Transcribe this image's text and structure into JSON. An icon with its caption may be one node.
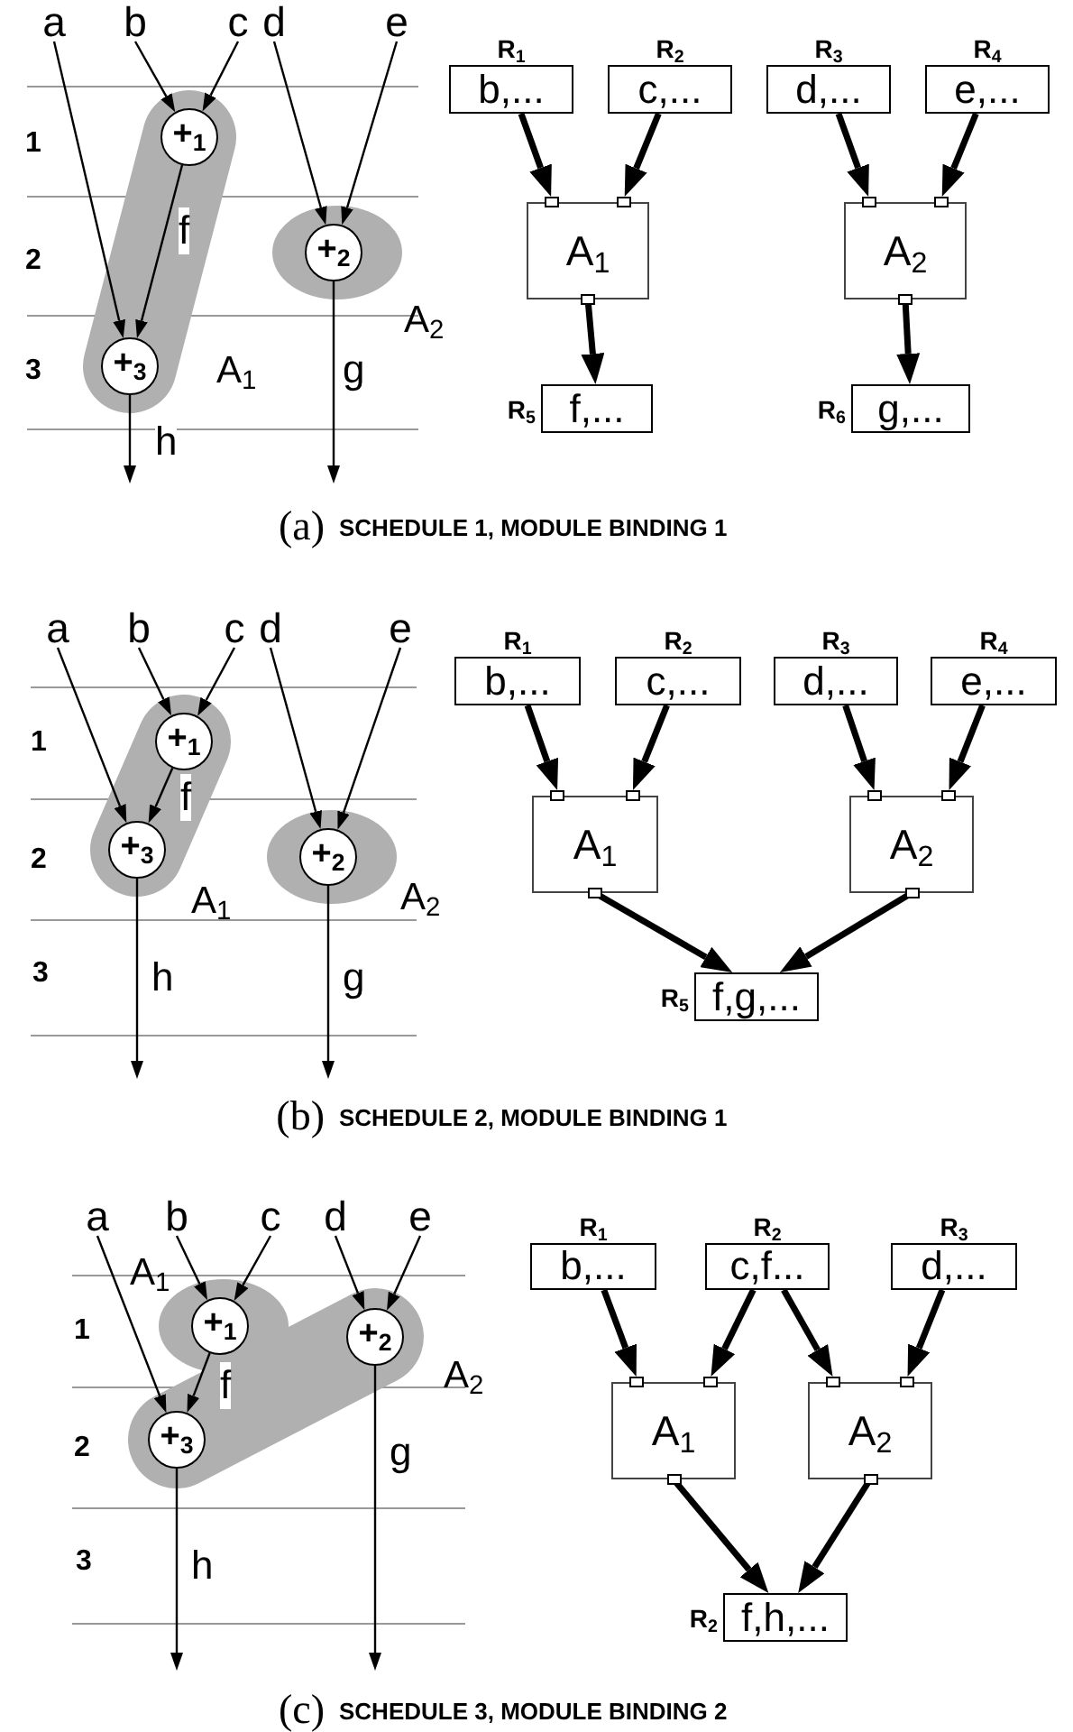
{
  "diagram": {
    "nodes": [
      {
        "text": [
          "a"
        ]
      },
      {
        "text": [
          "b"
        ]
      },
      {
        "text": [
          "c"
        ]
      },
      {
        "text": [
          "d"
        ]
      },
      {
        "text": [
          "e"
        ]
      },
      {
        "text": [
          "A$_{1}$"
        ]
      },
      {
        "text": [
          "+$_{1}$"
        ],
        "in": 5
      },
      {
        "text": [
          "+$_{3}$"
        ],
        "in": 5
      },
      {
        "text": [
          "A$_{2}$"
        ]
      },
      {
        "text": [
          "+$_{2}$"
        ],
        "in": 8
      },
      {
        "text": [
          "b,..."
        ],
        "beside": [
          "R$_{1}$"
        ]
      },
      {
        "text": [
          "c,..."
        ],
        "beside": [
          "R$_{2}$"
        ]
      },
      {
        "text": [
          "d,..."
        ],
        "beside": [
          "R$_{3}$"
        ]
      },
      {
        "text": [
          "e,..."
        ],
        "beside": [
          "R$_{4}$"
        ]
      },
      {
        "text": [
          "A$_{1}$"
        ]
      },
      {
        "text": [
          "A$_{2}$"
        ]
      },
      {
        "text": [
          "f,..."
        ],
        "beside": [
          "R$_{5}$"
        ]
      },
      {
        "text": [
          "g,..."
        ],
        "beside": [
          "R$_{6}$"
        ]
      },
      {
        "text": [
          "a"
        ]
      },
      {
        "text": [
          "b"
        ]
      },
      {
        "text": [
          "c"
        ]
      },
      {
        "text": [
          "d"
        ]
      },
      {
        "text": [
          "e"
        ]
      },
      {
        "text": [
          "A$_{1}$"
        ]
      },
      {
        "text": [
          "+$_{1}$"
        ],
        "in": 23
      },
      {
        "text": [
          "+$_{3}$"
        ],
        "in": 23
      },
      {
        "text": [
          "A$_{2}$"
        ]
      },
      {
        "text": [
          "+$_{2}$"
        ],
        "in": 26
      },
      {
        "text": [
          "b,..."
        ],
        "beside": [
          "R$_{1}$"
        ]
      },
      {
        "text": [
          "c,..."
        ],
        "beside": [
          "R$_{2}$"
        ]
      },
      {
        "text": [
          "d,..."
        ],
        "beside": [
          "R$_{3}$"
        ]
      },
      {
        "text": [
          "e,..."
        ],
        "beside": [
          "R$_{4}$"
        ]
      },
      {
        "text": [
          "A$_{1}$"
        ]
      },
      {
        "text": [
          "A$_{2}$"
        ]
      },
      {
        "text": [
          "f,g,..."
        ],
        "beside": [
          "R$_{5}$"
        ]
      },
      {
        "text": [
          "a"
        ]
      },
      {
        "text": [
          "b"
        ]
      },
      {
        "text": [
          "c"
        ]
      },
      {
        "text": [
          "d"
        ]
      },
      {
        "text": [
          "e"
        ]
      },
      {
        "text": [
          "A$_{1}$"
        ]
      },
      {
        "text": [
          "+$_{1}$"
        ],
        "in": 40
      },
      {
        "text": [
          "A$_{2}$"
        ]
      },
      {
        "text": [
          "+$_{2}$"
        ],
        "in": 42
      },
      {
        "text": [
          "+$_{3}$"
        ],
        "in": 42
      },
      {
        "text": [
          "b,..."
        ],
        "beside": [
          "R$_{1}$"
        ]
      },
      {
        "text": [
          "c,f..."
        ],
        "beside": [
          "R$_{2}$"
        ]
      },
      {
        "text": [
          "d,..."
        ],
        "beside": [
          "R$_{3}$"
        ]
      },
      {
        "text": [
          "A$_{1}$"
        ]
      },
      {
        "text": [
          "A$_{2}$"
        ]
      },
      {
        "text": [
          "f,h,..."
        ],
        "beside": [
          "R$_{2}$"
        ]
      }
    ],
    "edges": [
      {
        "from": 0,
        "to": 7,
        "arrow": "to"
      },
      {
        "from": 1,
        "to": 6,
        "arrow": "to"
      },
      {
        "from": 2,
        "to": 6,
        "arrow": "to"
      },
      {
        "from": 3,
        "to": 9,
        "arrow": "to"
      },
      {
        "from": 4,
        "to": 9,
        "arrow": "to"
      },
      {
        "from": 6,
        "to": 7,
        "arrow": "to",
        "label": "f"
      },
      {
        "from": 7,
        "to": null,
        "arrow": "to",
        "label": "h"
      },
      {
        "from": 9,
        "to": null,
        "arrow": "to",
        "label": "g"
      },
      {
        "from": 10,
        "to": 14,
        "arrow": "to",
        "style": "thick"
      },
      {
        "from": 11,
        "to": 14,
        "arrow": "to",
        "style": "thick"
      },
      {
        "from": 12,
        "to": 15,
        "arrow": "to",
        "style": "thick"
      },
      {
        "from": 13,
        "to": 15,
        "arrow": "to",
        "style": "thick"
      },
      {
        "from": 14,
        "to": 16,
        "arrow": "to",
        "style": "thick"
      },
      {
        "from": 15,
        "to": 17,
        "arrow": "to",
        "style": "thick"
      },
      {
        "from": 18,
        "to": 25,
        "arrow": "to"
      },
      {
        "from": 19,
        "to": 24,
        "arrow": "to"
      },
      {
        "from": 20,
        "to": 24,
        "arrow": "to"
      },
      {
        "from": 21,
        "to": 27,
        "arrow": "to"
      },
      {
        "from": 22,
        "to": 27,
        "arrow": "to"
      },
      {
        "from": 24,
        "to": 25,
        "arrow": "to",
        "label": "f"
      },
      {
        "from": 25,
        "to": null,
        "arrow": "to",
        "label": "h"
      },
      {
        "from": 27,
        "to": null,
        "arrow": "to",
        "label": "g"
      },
      {
        "from": 28,
        "to": 32,
        "arrow": "to",
        "style": "thick"
      },
      {
        "from": 29,
        "to": 32,
        "arrow": "to",
        "style": "thick"
      },
      {
        "from": 30,
        "to": 33,
        "arrow": "to",
        "style": "thick"
      },
      {
        "from": 31,
        "to": 33,
        "arrow": "to",
        "style": "thick"
      },
      {
        "from": 32,
        "to": 34,
        "arrow": "to",
        "style": "thick"
      },
      {
        "from": 33,
        "to": 34,
        "arrow": "to",
        "style": "thick"
      },
      {
        "from": 35,
        "to": 44,
        "arrow": "to"
      },
      {
        "from": 36,
        "to": 41,
        "arrow": "to"
      },
      {
        "from": 37,
        "to": 41,
        "arrow": "to"
      },
      {
        "from": 38,
        "to": 43,
        "arrow": "to"
      },
      {
        "from": 39,
        "to": 43,
        "arrow": "to"
      },
      {
        "from": 41,
        "to": 44,
        "arrow": "to",
        "label": "f"
      },
      {
        "from": 44,
        "to": null,
        "arrow": "to",
        "label": "h"
      },
      {
        "from": 43,
        "to": null,
        "arrow": "to",
        "label": "g"
      },
      {
        "from": 45,
        "to": 48,
        "arrow": "to",
        "style": "thick"
      },
      {
        "from": 46,
        "to": 48,
        "arrow": "to",
        "style": "thick"
      },
      {
        "from": 46,
        "to": 49,
        "arrow": "to",
        "style": "thick"
      },
      {
        "from": 47,
        "to": 49,
        "arrow": "to",
        "style": "thick"
      },
      {
        "from": 48,
        "to": 50,
        "arrow": "to",
        "style": "thick"
      },
      {
        "from": 49,
        "to": 50,
        "arrow": "to",
        "style": "thick"
      }
    ],
    "labels": [
      "1",
      "2",
      "3",
      "(a)",
      "SCHEDULE 1, MODULE BINDING 1",
      "1",
      "2",
      "3",
      "(b)",
      "SCHEDULE 2, MODULE BINDING 1",
      "1",
      "2",
      "3",
      "(c)",
      "SCHEDULE 3, MODULE BINDING 2"
    ]
  }
}
